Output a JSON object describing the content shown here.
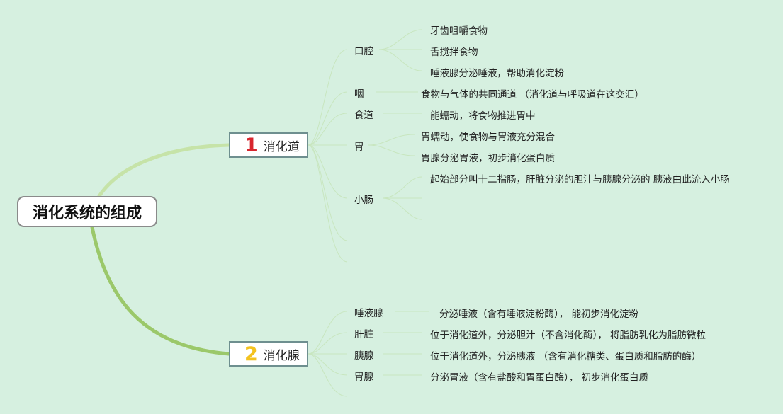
{
  "root": {
    "title": "消化系统的组成"
  },
  "branches": [
    {
      "badge": "1",
      "label": "消化道",
      "color": "#d8262e",
      "organs": [
        {
          "name": "口腔",
          "details": [
            "牙齿咀嚼食物",
            "舌搅拌食物",
            "唾液腺分泌唾液，帮助消化淀粉"
          ]
        },
        {
          "name": "咽",
          "details": [
            "食物与气体的共同通道 （消化道与呼吸道在这交汇）"
          ]
        },
        {
          "name": "食道",
          "details": [
            "能蠕动，将食物推进胃中"
          ]
        },
        {
          "name": "胃",
          "details": [
            "胃蠕动，使食物与胃液充分混合",
            "胃腺分泌胃液，初步消化蛋白质"
          ]
        },
        {
          "name": "小肠",
          "details": [
            "起始部分叫十二指肠，肝脏分泌的胆汁与胰腺分泌的 胰液由此流入小肠"
          ]
        }
      ]
    },
    {
      "badge": "2",
      "label": "消化腺",
      "color": "#f3c21f",
      "organs": [
        {
          "name": "唾液腺",
          "details": [
            "分泌唾液（含有唾液淀粉酶）， 能初步消化淀粉"
          ]
        },
        {
          "name": "肝脏",
          "details": [
            "位于消化道外，分泌胆汁（不含消化酶）， 将脂肪乳化为脂肪微粒"
          ]
        },
        {
          "name": "胰腺",
          "details": [
            "位于消化道外，分泌胰液 （含有消化糖类、蛋白质和脂肪的酶）"
          ]
        },
        {
          "name": "胃腺",
          "details": [
            "分泌胃液（含有盐酸和胃蛋白酶）， 初步消化蛋白质"
          ]
        }
      ]
    }
  ]
}
